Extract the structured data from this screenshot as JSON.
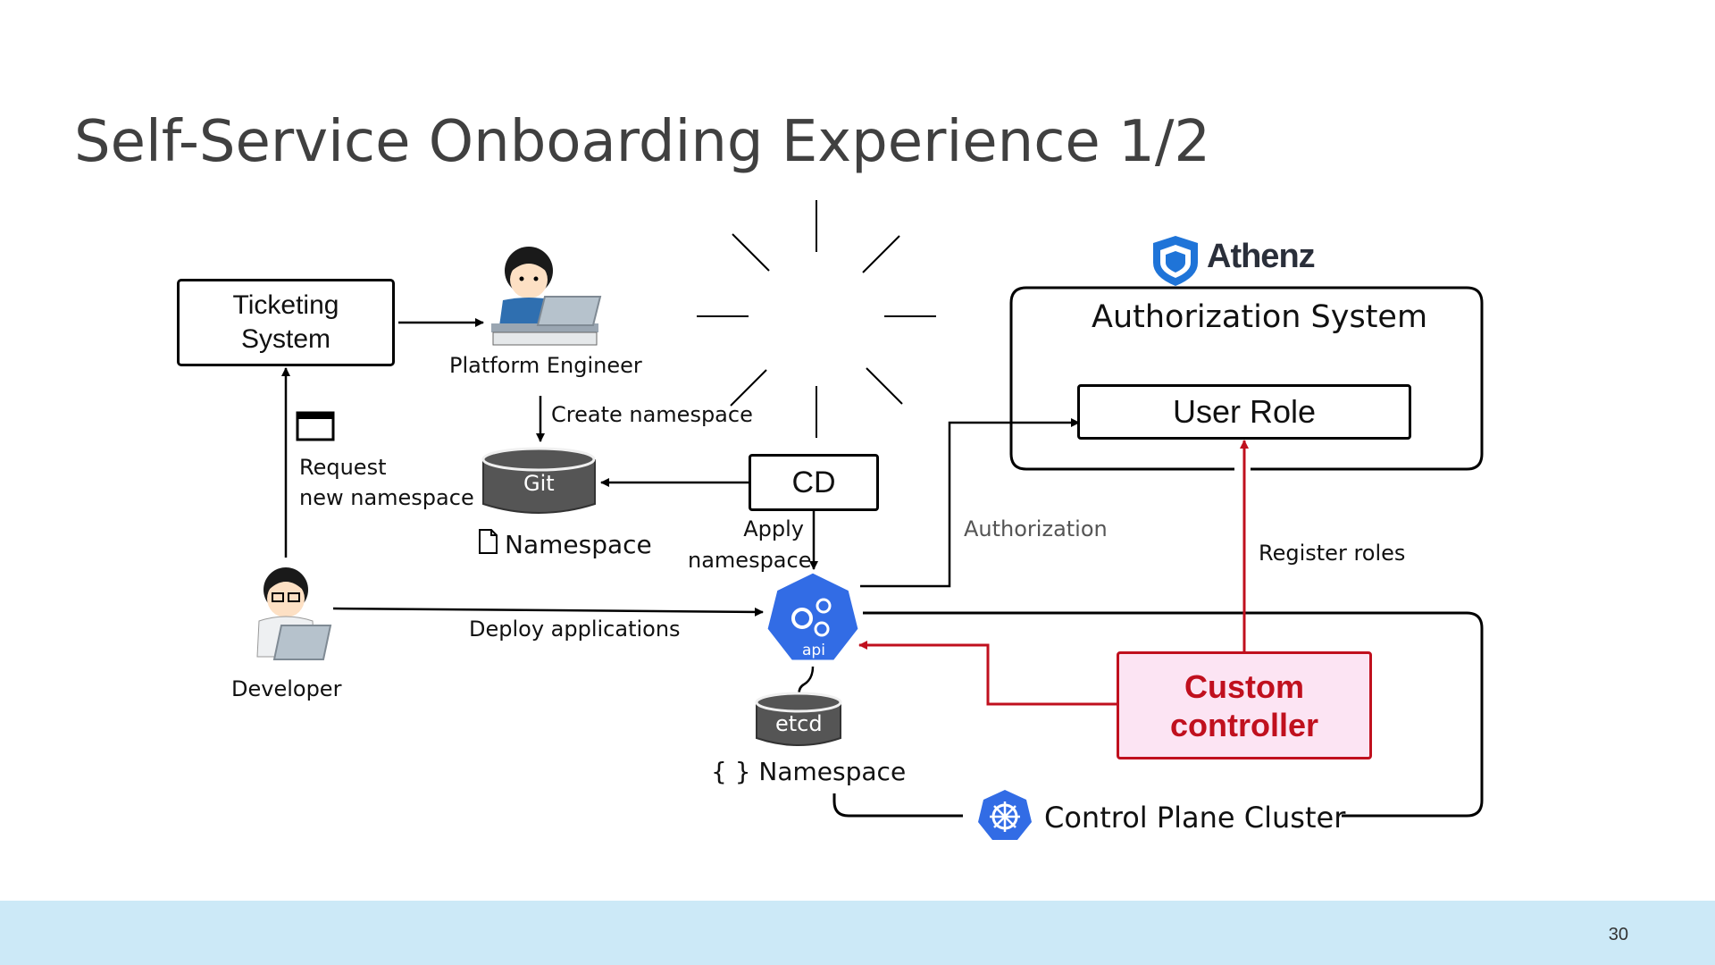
{
  "slide": {
    "title": "Self-Service Onboarding Experience 1/2",
    "page_number": "30"
  },
  "nodes": {
    "ticketing": "Ticketing\nSystem",
    "platform_engineer": "Platform Engineer",
    "developer": "Developer",
    "git": "Git",
    "cd": "CD",
    "etcd": "etcd",
    "api": "api",
    "athenz_logo": "Athenz",
    "authorization_system": "Authorization System",
    "user_role": "User Role",
    "custom_controller": "Custom\ncontroller",
    "control_plane_cluster": "Control Plane Cluster",
    "git_namespace": "Namespace",
    "etcd_namespace": "{ } Namespace"
  },
  "edges": {
    "request_namespace": "Request\nnew namespace",
    "create_namespace": "Create namespace",
    "apply_namespace": "Apply\nnamespace",
    "deploy_applications": "Deploy applications",
    "authorization": "Authorization",
    "register_roles": "Register roles"
  },
  "colors": {
    "accent_red": "#c0101e",
    "controller_fill": "#fce4f3",
    "k8s_blue": "#326ce5",
    "athenz_blue": "#1f74d8",
    "footer": "#cce9f7",
    "cylinder": "#555555"
  },
  "icons": [
    "browser-window-icon",
    "document-icon",
    "kubernetes-api-icon",
    "kubernetes-helm-icon",
    "athenz-shield-icon",
    "burst-icon"
  ]
}
